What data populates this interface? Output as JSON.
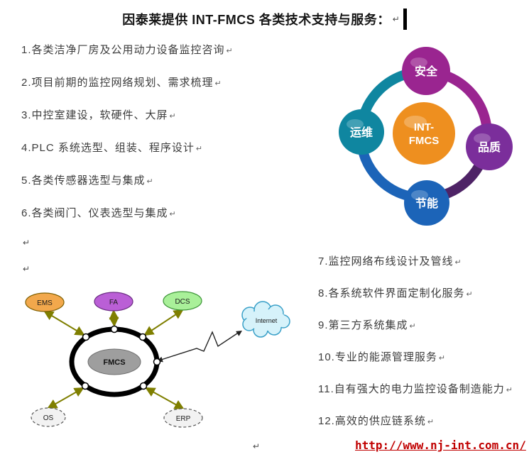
{
  "title": "因泰莱提供 INT-FMCS 各类技术支持与服务：",
  "return_mark": "↵",
  "left_items": [
    "1.各类洁净厂房及公用动力设备监控咨询",
    "2.项目前期的监控网络规划、需求梳理",
    "3.中控室建设，软硬件、大屏",
    "4.PLC 系统选型、组装、程序设计",
    "5.各类传感器选型与集成",
    "6.各类阀门、仪表选型与集成"
  ],
  "right_items": [
    "7.监控网络布线设计及管线",
    "8.各系统软件界面定制化服务",
    "9.第三方系统集成",
    "10.专业的能源管理服务",
    "11.自有强大的电力监控设备制造能力",
    "12.高效的供应链系统"
  ],
  "cycle_diagram": {
    "center_line1": "INT-",
    "center_line2": "FMCS",
    "top": "安全",
    "right": "品质",
    "bottom": "节能",
    "left": "运维"
  },
  "network_diagram": {
    "ems": "EMS",
    "fa": "FA",
    "dcs": "DCS",
    "os": "OS",
    "erp": "ERP",
    "center": "FMCS",
    "cloud": "Internet"
  },
  "footer": {
    "url": "http://www.nj-int.com.cn/"
  },
  "colors": {
    "center_circle": "#EE8F1F",
    "safety": "#9A2590",
    "quality": "#7B2E9B",
    "energy": "#1C64B8",
    "operations": "#0F86A0",
    "arc_teal": "#0F86A0",
    "arc_magenta": "#9A2590",
    "arc_dark_purple": "#4E2366",
    "arc_blue": "#1C64B8",
    "ems_fill": "#F2A84C",
    "fa_fill": "#BA5FD6",
    "dcs_fill": "#A9F099",
    "dashed_fill": "#F2F2F2",
    "fmcs_inner_fill": "#9E9E9E",
    "arrow": "#7F7F00",
    "cloud_fill": "#D6F2FA",
    "cloud_stroke": "#3AA0C8",
    "url_text": "#C00000"
  }
}
